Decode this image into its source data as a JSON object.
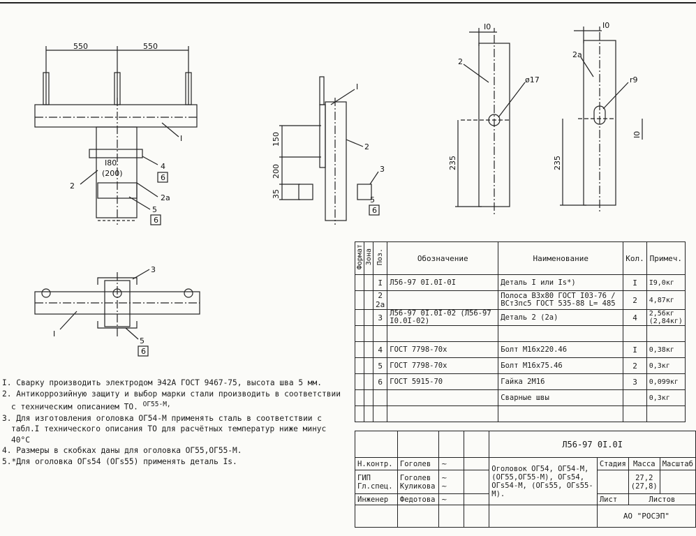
{
  "drawing": {
    "left_view": {
      "dimensions": [
        "550",
        "550"
      ],
      "callouts": [
        "I",
        "4",
        "6",
        "2",
        "2а",
        "5",
        "6"
      ],
      "center_label": "I80",
      "center_label_paren": "(200)"
    },
    "middle_view": {
      "dimensions": [
        "150",
        "200",
        "35"
      ],
      "callouts": [
        "I",
        "2",
        "3",
        "5",
        "6"
      ]
    },
    "plate_2": {
      "width_dim": "I0",
      "callout": "2",
      "hole": "ø17",
      "height_dim": "235"
    },
    "plate_2a": {
      "width_dim": "I0",
      "callout": "2а",
      "slot": "r9",
      "slot_dim": "I0",
      "height_dim": "235"
    },
    "plan_view": {
      "callouts": [
        "3",
        "I",
        "5",
        "6"
      ]
    }
  },
  "notes": [
    "I. Сварку производить электродом Э42А ГОСТ 9467-75, высота шва 5 мм.",
    "2. Антикоррозийную защиту и выбор марки стали производить в соответствии",
    "с техническим описанием ТО.",
    "ОГ55-М,",
    "3. Для изготовления оголовка ОГ54-М применять сталь в соответствии с",
    "табл.I технического описания ТО для расчётных температур ниже минус",
    "40°С",
    "4. Размеры в скобках даны для оголовка ОГ55,ОГ55-М.",
    "5.*Для оголовка ОГs54 (ОГs55) применять деталь Is."
  ],
  "spec_table": {
    "headers": [
      "Формат",
      "Зона",
      "Поз.",
      "Обозначение",
      "Наименование",
      "Кол.",
      "Примеч."
    ],
    "rows": [
      {
        "pos": "I",
        "designation": "Л56-97 0I.0I-0I",
        "name": "Деталь I или Is*)",
        "qty": "I",
        "note": "I9,0кг"
      },
      {
        "pos": "2\n2а",
        "designation": "",
        "name": "Полоса В3х80 ГОСТ I03-76 / ВСт3пс5 ГОСТ 535-88 L= 485",
        "qty": "2",
        "note": "4,87кг"
      },
      {
        "pos": "3",
        "designation": "Л56-97 0I.0I-02 (Л56-97 I0.0I-02)",
        "name": "Деталь 2 (2а)",
        "qty": "4",
        "note": "2,56кг (2,84кг)"
      },
      {
        "pos": "",
        "designation": "",
        "name": "",
        "qty": "",
        "note": ""
      },
      {
        "pos": "4",
        "designation": "ГОСТ 7798-70х",
        "name": "Болт М16х220.46",
        "qty": "I",
        "note": "0,38кг"
      },
      {
        "pos": "5",
        "designation": "ГОСТ 7798-70х",
        "name": "Болт М16х75.46",
        "qty": "2",
        "note": "0,3кг"
      },
      {
        "pos": "6",
        "designation": "ГОСТ 5915-70",
        "name": "Гайка 2М16",
        "qty": "3",
        "note": "0,099кг"
      },
      {
        "pos": "",
        "designation": "",
        "name": "Сварные швы",
        "qty": "",
        "note": "0,3кг"
      },
      {
        "pos": "",
        "designation": "",
        "name": "",
        "qty": "",
        "note": ""
      }
    ]
  },
  "title_block": {
    "doc_number": "Л56-97 0I.0I",
    "roles": [
      "Н.контр.",
      "ГИП",
      "Гл.спец.",
      "Инженер"
    ],
    "names": [
      "Гоголев",
      "Гоголев",
      "Куликова",
      "Федотова"
    ],
    "title": "Оголовок ОГ54, ОГ54-М, (ОГ55,ОГ55-М), ОГs54, ОГs54-М, (ОГs55, ОГs55-М).",
    "stage_label": "Стадия",
    "mass_label": "Масса",
    "scale_label": "Масштаб",
    "mass_value": "27,2",
    "mass_value_paren": "(27,8)",
    "sheet_label": "Лист",
    "sheets_label": "Листов",
    "org": "АО \"РОСЭП\""
  }
}
